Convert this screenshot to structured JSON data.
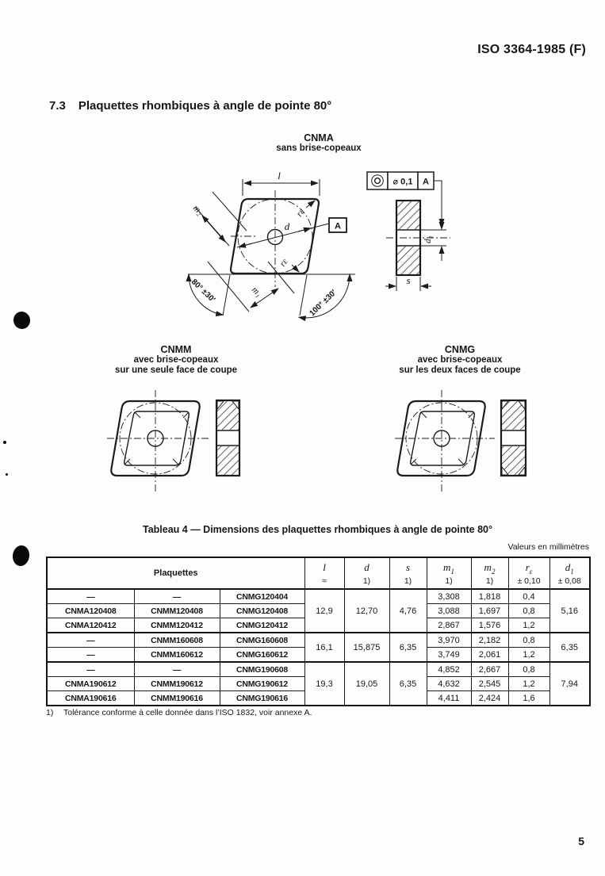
{
  "page": {
    "doc_reference": "ISO 3364-1985 (F)",
    "page_number": "5"
  },
  "section": {
    "number": "7.3",
    "title": "Plaquettes rhombiques à angle de pointe 80°"
  },
  "figures": {
    "cnma": {
      "name": "CNMA",
      "desc": "sans brise-copeaux"
    },
    "cnmm": {
      "name": "CNMM",
      "desc1": "avec brise-copeaux",
      "desc2": "sur une seule face de coupe"
    },
    "cnmg": {
      "name": "CNMG",
      "desc1": "avec brise-copeaux",
      "desc2": "sur les deux faces de coupe"
    },
    "labels": {
      "l": "l",
      "d": "d",
      "m1": "m₁",
      "m2": "m₂",
      "r_eps": "rε",
      "angle_left": "80° ±30′",
      "angle_right": "100° ±30′",
      "datum": "A",
      "runout_tol": "⌀ 0,1",
      "s": "s",
      "d1": "d₁"
    }
  },
  "table": {
    "title": "Tableau 4 — Dimensions des plaquettes rhombiques à angle de pointe 80°",
    "units_note": "Valeurs en millimètres",
    "header": {
      "plaquettes": "Plaquettes",
      "cols": [
        {
          "sym": "l",
          "note": "≈"
        },
        {
          "sym": "d",
          "note": "1)"
        },
        {
          "sym": "s",
          "note": "1)"
        },
        {
          "sym": "m",
          "sub": "1",
          "note": "1)"
        },
        {
          "sym": "m",
          "sub": "2",
          "note": "1)"
        },
        {
          "sym": "r",
          "sub": "ε",
          "note": "± 0,10"
        },
        {
          "sym": "d",
          "sub": "1",
          "note": "± 0,08"
        }
      ]
    },
    "groups": [
      {
        "l": "12,9",
        "d": "12,70",
        "s": "4,76",
        "d1": "5,16",
        "rows": [
          {
            "cnma": "—",
            "cnmm": "—",
            "cnmg": "CNMG120404",
            "m1": "3,308",
            "m2": "1,818",
            "re": "0,4"
          },
          {
            "cnma": "CNMA120408",
            "cnmm": "CNMM120408",
            "cnmg": "CNMG120408",
            "m1": "3,088",
            "m2": "1,697",
            "re": "0,8"
          },
          {
            "cnma": "CNMA120412",
            "cnmm": "CNMM120412",
            "cnmg": "CNMG120412",
            "m1": "2,867",
            "m2": "1,576",
            "re": "1,2"
          }
        ]
      },
      {
        "l": "16,1",
        "d": "15,875",
        "s": "6,35",
        "d1": "6,35",
        "rows": [
          {
            "cnma": "—",
            "cnmm": "CNMM160608",
            "cnmg": "CNMG160608",
            "m1": "3,970",
            "m2": "2,182",
            "re": "0,8"
          },
          {
            "cnma": "—",
            "cnmm": "CNMM160612",
            "cnmg": "CNMG160612",
            "m1": "3,749",
            "m2": "2,061",
            "re": "1,2"
          }
        ]
      },
      {
        "l": "19,3",
        "d": "19,05",
        "s": "6,35",
        "d1": "7,94",
        "rows": [
          {
            "cnma": "—",
            "cnmm": "—",
            "cnmg": "CNMG190608",
            "m1": "4,852",
            "m2": "2,667",
            "re": "0,8"
          },
          {
            "cnma": "CNMA190612",
            "cnmm": "CNMM190612",
            "cnmg": "CNMG190612",
            "m1": "4,632",
            "m2": "2,545",
            "re": "1,2"
          },
          {
            "cnma": "CNMA190616",
            "cnmm": "CNMM190616",
            "cnmg": "CNMG190616",
            "m1": "4,411",
            "m2": "2,424",
            "re": "1,6"
          }
        ]
      }
    ],
    "footnote_ref": "1)",
    "footnote": "Tolérance conforme à celle donnée dans l’ISO 1832, voir annexe A."
  }
}
